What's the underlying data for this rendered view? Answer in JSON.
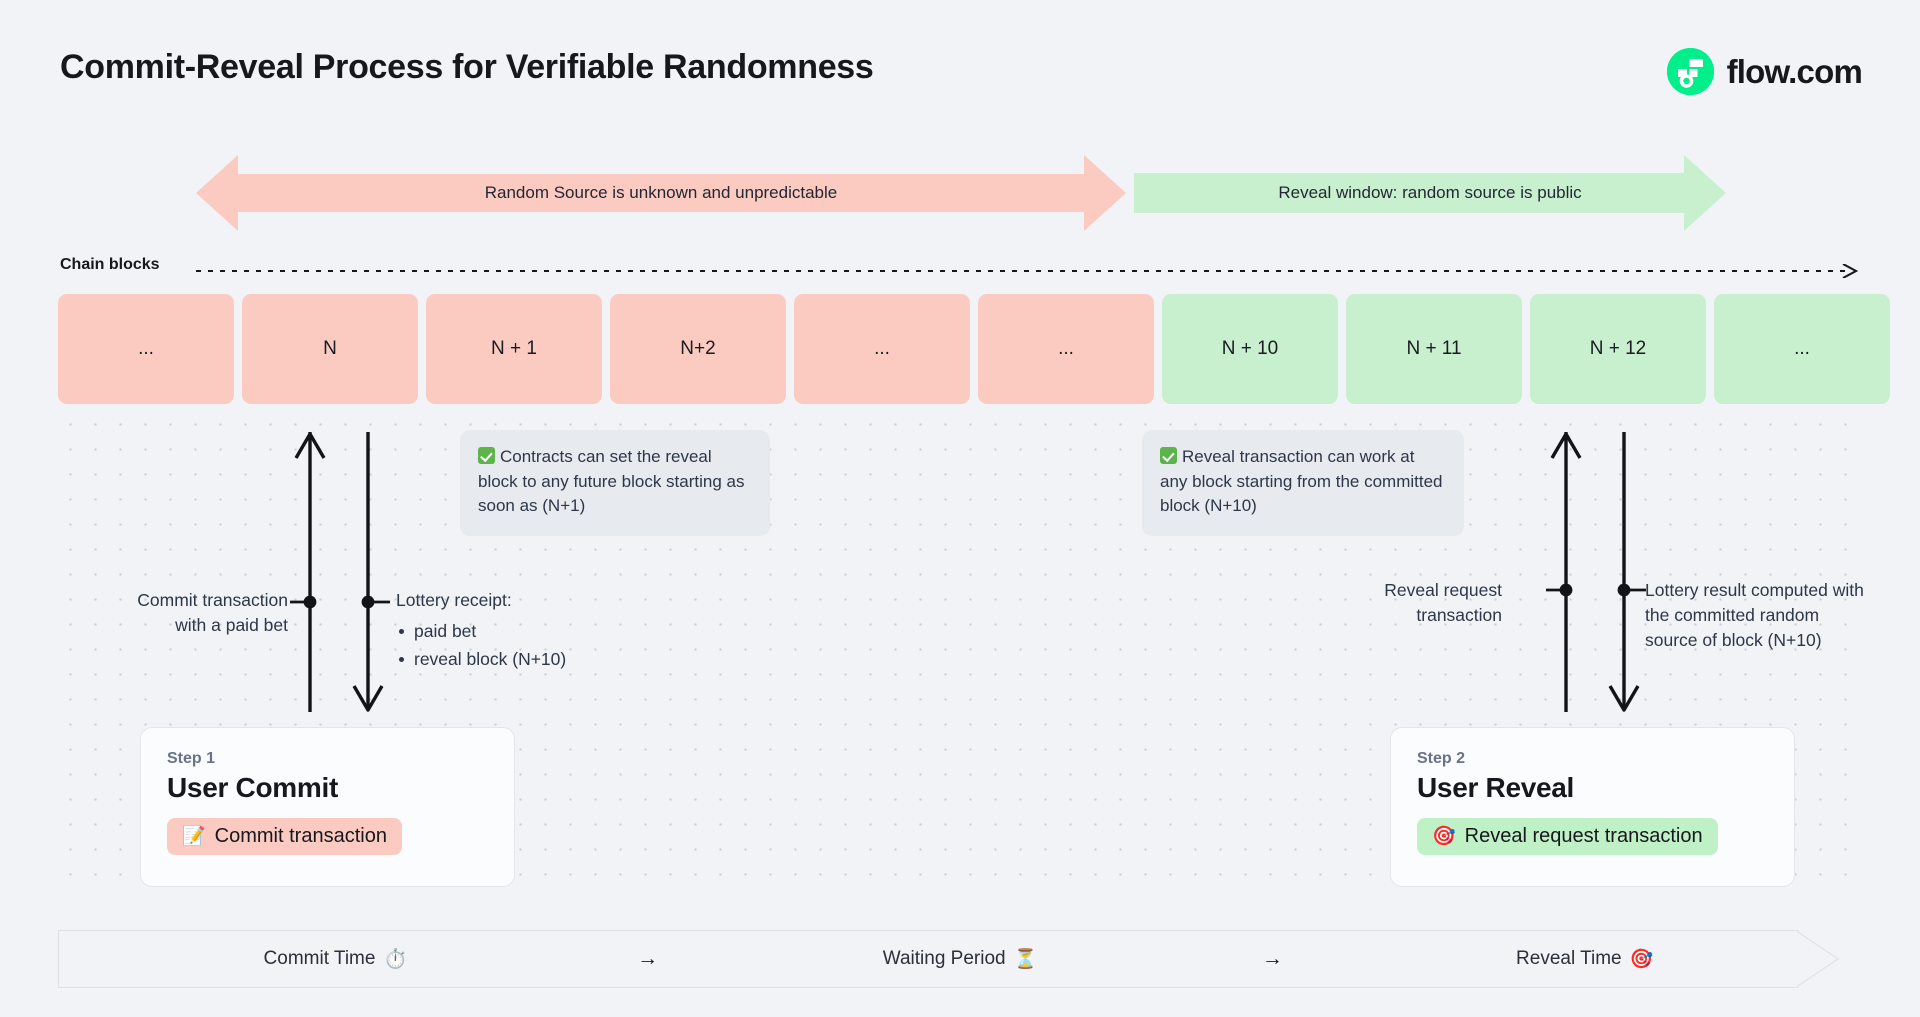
{
  "header": {
    "title": "Commit-Reveal Process for Verifiable Randomness",
    "logo_text": "flow.com",
    "logo_icon": "flow-logo-icon",
    "logo_color": "#00ef8b"
  },
  "banners": [
    {
      "label": "Random Source is unknown and unpredictable",
      "color": "#fbcbc2",
      "direction": "both"
    },
    {
      "label": "Reveal window: random source is public",
      "color": "#c9f0ce",
      "direction": "right"
    }
  ],
  "chain": {
    "label": "Chain blocks",
    "axis_icon": "dotted-arrow-right-icon",
    "blocks": [
      {
        "label": "...",
        "state": "pink"
      },
      {
        "label": "N",
        "state": "pink"
      },
      {
        "label": "N + 1",
        "state": "pink"
      },
      {
        "label": "N+2",
        "state": "pink"
      },
      {
        "label": "...",
        "state": "pink"
      },
      {
        "label": "...",
        "state": "pink"
      },
      {
        "label": "N + 10",
        "state": "green"
      },
      {
        "label": "N + 11",
        "state": "green"
      },
      {
        "label": "N + 12",
        "state": "green"
      },
      {
        "label": "...",
        "state": "green"
      }
    ],
    "pink_color": "#fbcbc2",
    "green_color": "#c9f0ce"
  },
  "callouts": [
    {
      "icon": "check-mark-button-icon",
      "text": "Contracts can set the reveal block to any future block starting as soon as (N+1)"
    },
    {
      "icon": "check-mark-button-icon",
      "text": "Reveal transaction can work at any block starting from the committed block (N+10)"
    }
  ],
  "annotations": {
    "commit": {
      "line1": "Commit transaction",
      "line2": "with a paid bet"
    },
    "receipt": {
      "heading": "Lottery receipt:",
      "items": [
        "paid bet",
        "reveal block (N+10)"
      ]
    },
    "reveal": {
      "line1": "Reveal request",
      "line2": "transaction"
    },
    "result": {
      "text": "Lottery result computed with the committed random source of block (N+10)"
    }
  },
  "cards": [
    {
      "step": "Step 1",
      "title": "User Commit",
      "pill_label": "Commit transaction",
      "pill_icon": "memo-icon",
      "pill_color": "#fbcbc2"
    },
    {
      "step": "Step 2",
      "title": "User Reveal",
      "pill_label": "Reveal request transaction",
      "pill_icon": "direct-hit-icon",
      "pill_color": "#bff0c6"
    }
  ],
  "footer": {
    "phases": [
      {
        "label": "Commit Time",
        "icon": "stopwatch-icon"
      },
      {
        "label": "Waiting Period",
        "icon": "hourglass-icon"
      },
      {
        "label": "Reveal Time",
        "icon": "direct-hit-icon"
      }
    ],
    "separator": "→"
  }
}
